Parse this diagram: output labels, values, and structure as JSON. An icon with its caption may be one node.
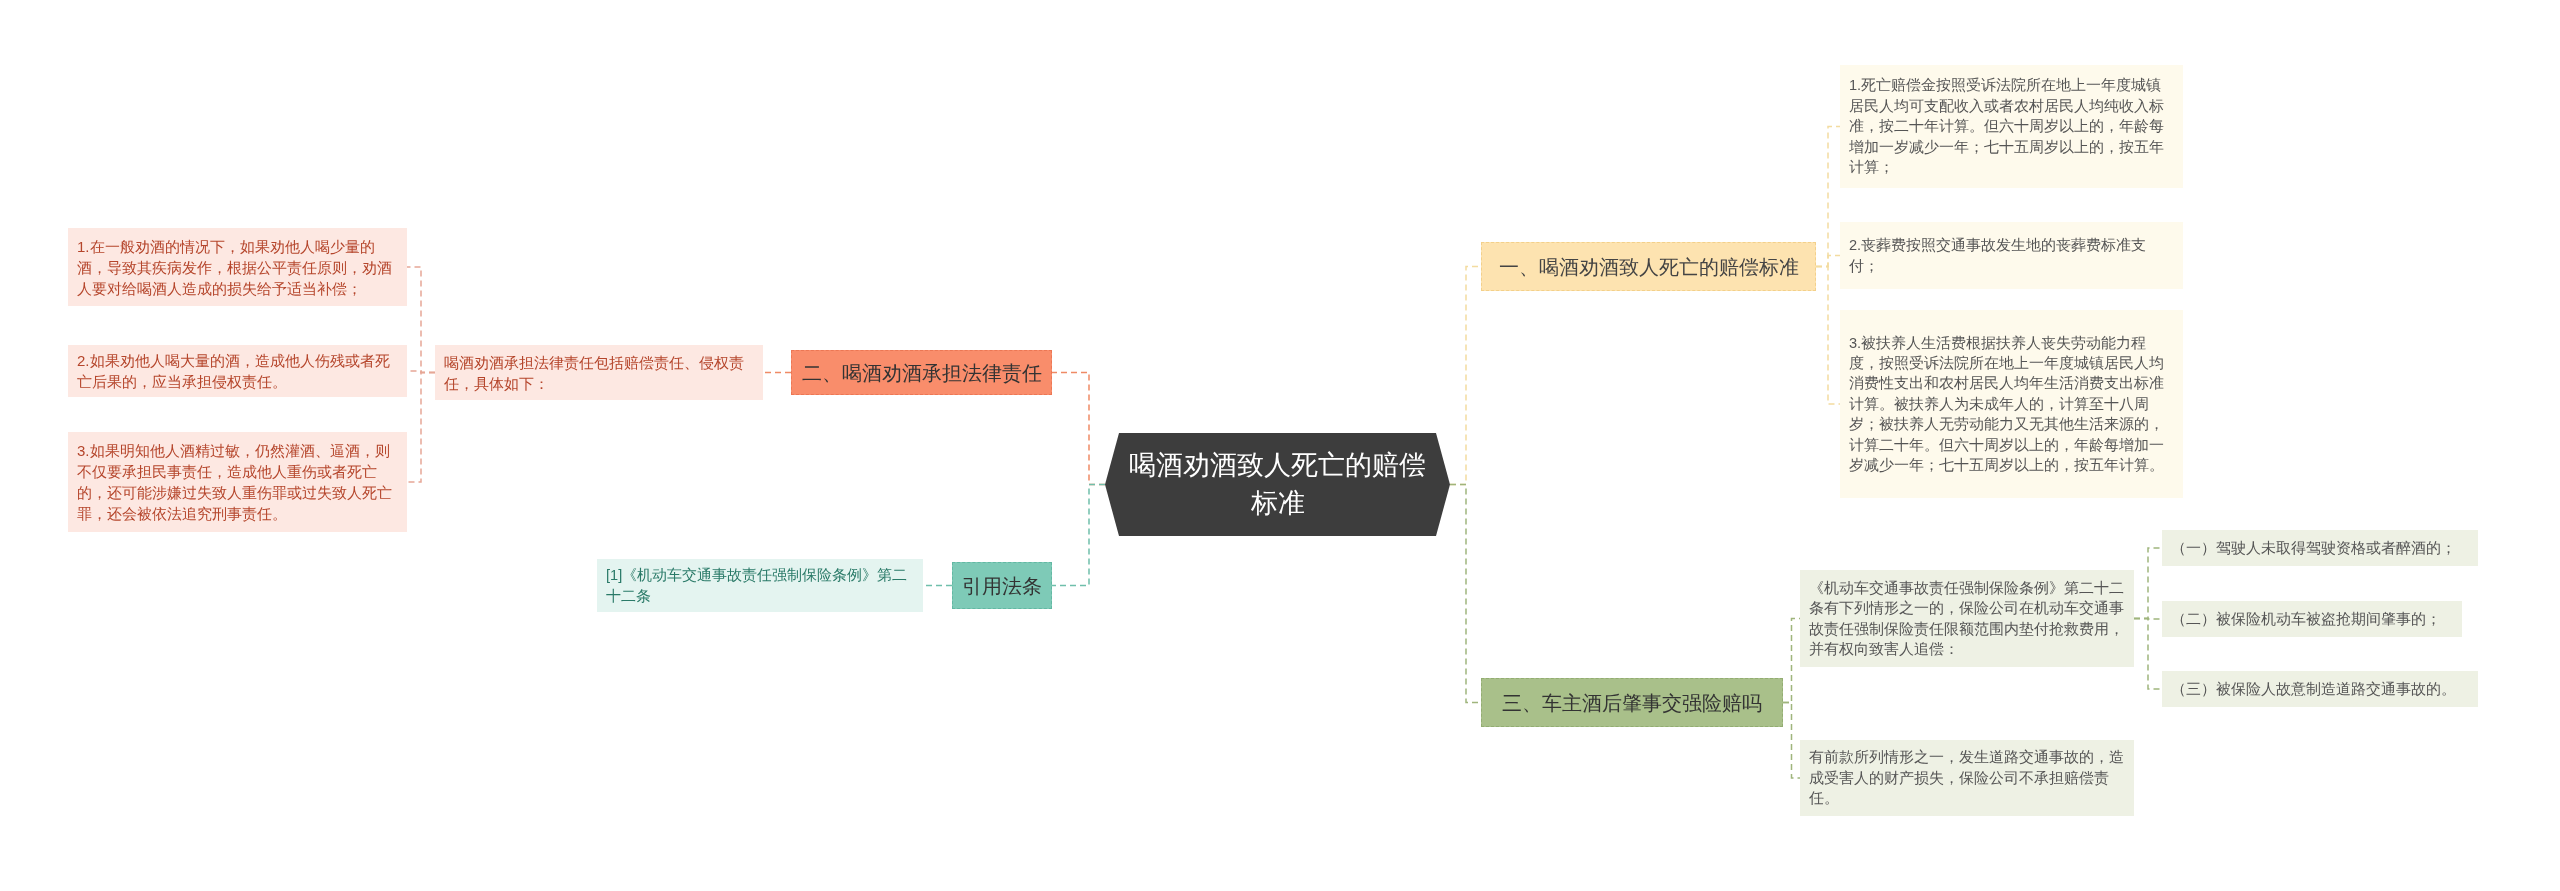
{
  "diagram": {
    "nodes": [
      {
        "text": [
          "喝酒劝酒致人死亡的赔偿标准"
        ]
      },
      {
        "text": [
          "一、喝酒劝酒致人死亡的赔偿标准"
        ]
      },
      {
        "text": [
          "1.死亡赔偿金按照受诉法院所在地上一年度城镇居民人均可支配收入或者农村居民人均纯收入标准，按二十年计算。但六十周岁以上的，年龄每增加一岁减少一年；七十五周岁以上的，按五年计算；"
        ]
      },
      {
        "text": [
          "2.丧葬费按照交通事故发生地的丧葬费标准支付；"
        ]
      },
      {
        "text": [
          "3.被扶养人生活费根据扶养人丧失劳动能力程度，按照受诉法院所在地上一年度城镇居民人均消费性支出和农村居民人均年生活消费支出标准计算。被扶养人为未成年人的，计算至十八周岁；被扶养人无劳动能力又无其他生活来源的，计算二十年。但六十周岁以上的，年龄每增加一岁减少一年；七十五周岁以上的，按五年计算。"
        ]
      },
      {
        "text": [
          "三、车主酒后肇事交强险赔吗"
        ]
      },
      {
        "text": [
          "《机动车交通事故责任强制保险条例》第二十二条有下列情形之一的，保险公司在机动车交通事故责任强制保险责任限额范围内垫付抢救费用，并有权向致害人追偿："
        ]
      },
      {
        "text": [
          "（一）驾驶人未取得驾驶资格或者醉酒的；"
        ]
      },
      {
        "text": [
          "（二）被保险机动车被盗抢期间肇事的；"
        ]
      },
      {
        "text": [
          "（三）被保险人故意制造道路交通事故的。"
        ]
      },
      {
        "text": [
          "有前款所列情形之一，发生道路交通事故的，造成受害人的财产损失，保险公司不承担赔偿责任。"
        ]
      },
      {
        "text": [
          "二、喝酒劝酒承担法律责任"
        ]
      },
      {
        "text": [
          "喝酒劝酒承担法律责任包括赔偿责任、侵权责任，具体如下："
        ]
      },
      {
        "text": [
          "1.在一般劝酒的情况下，如果劝他人喝少量的酒，导致其疾病发作，根据公平责任原则，劝酒人要对给喝酒人造成的损失给予适当补偿；"
        ]
      },
      {
        "text": [
          "2.如果劝他人喝大量的酒，造成他人伤残或者死亡后果的，应当承担侵权责任。"
        ]
      },
      {
        "text": [
          "3.如果明知他人酒精过敏，仍然灌酒、逼酒，则不仅要承担民事责任，造成他人重伤或者死亡的，还可能涉嫌过失致人重伤罪或过失致人死亡罪，还会被依法追究刑事责任。"
        ]
      },
      {
        "text": [
          "引用法条"
        ]
      },
      {
        "text": [
          "[1]《机动车交通事故责任强制保险条例》第二十二条"
        ]
      }
    ],
    "edges": [
      {
        "from": 0,
        "to": 1,
        "arrow": "none",
        "style": "dashed",
        "color": "#f3dca0"
      },
      {
        "from": 0,
        "to": 5,
        "arrow": "none",
        "style": "dashed",
        "color": "#9fb57c"
      },
      {
        "from": 0,
        "to": 11,
        "arrow": "none",
        "style": "dashed",
        "color": "#ef8a66"
      },
      {
        "from": 0,
        "to": 16,
        "arrow": "none",
        "style": "dashed",
        "color": "#6fbfab"
      },
      {
        "from": 1,
        "to": 2,
        "arrow": "none",
        "style": "dashed",
        "color": "#f3dca0"
      },
      {
        "from": 1,
        "to": 3,
        "arrow": "none",
        "style": "dashed",
        "color": "#f3dca0"
      },
      {
        "from": 1,
        "to": 4,
        "arrow": "none",
        "style": "dashed",
        "color": "#f3dca0"
      },
      {
        "from": 5,
        "to": 6,
        "arrow": "none",
        "style": "dashed",
        "color": "#9fb57c"
      },
      {
        "from": 5,
        "to": 10,
        "arrow": "none",
        "style": "dashed",
        "color": "#9fb57c"
      },
      {
        "from": 6,
        "to": 7,
        "arrow": "none",
        "style": "dashed",
        "color": "#9fb57c"
      },
      {
        "from": 6,
        "to": 8,
        "arrow": "none",
        "style": "dashed",
        "color": "#9fb57c"
      },
      {
        "from": 6,
        "to": 9,
        "arrow": "none",
        "style": "dashed",
        "color": "#9fb57c"
      },
      {
        "from": 11,
        "to": 12,
        "arrow": "none",
        "style": "dashed",
        "color": "#ef8a66"
      },
      {
        "from": 12,
        "to": 13,
        "arrow": "none",
        "style": "dashed",
        "color": "#e6a796"
      },
      {
        "from": 12,
        "to": 14,
        "arrow": "none",
        "style": "dashed",
        "color": "#e6a796"
      },
      {
        "from": 12,
        "to": 15,
        "arrow": "none",
        "style": "dashed",
        "color": "#e6a796"
      },
      {
        "from": 16,
        "to": 17,
        "arrow": "none",
        "style": "dashed",
        "color": "#6fbfab"
      }
    ]
  }
}
